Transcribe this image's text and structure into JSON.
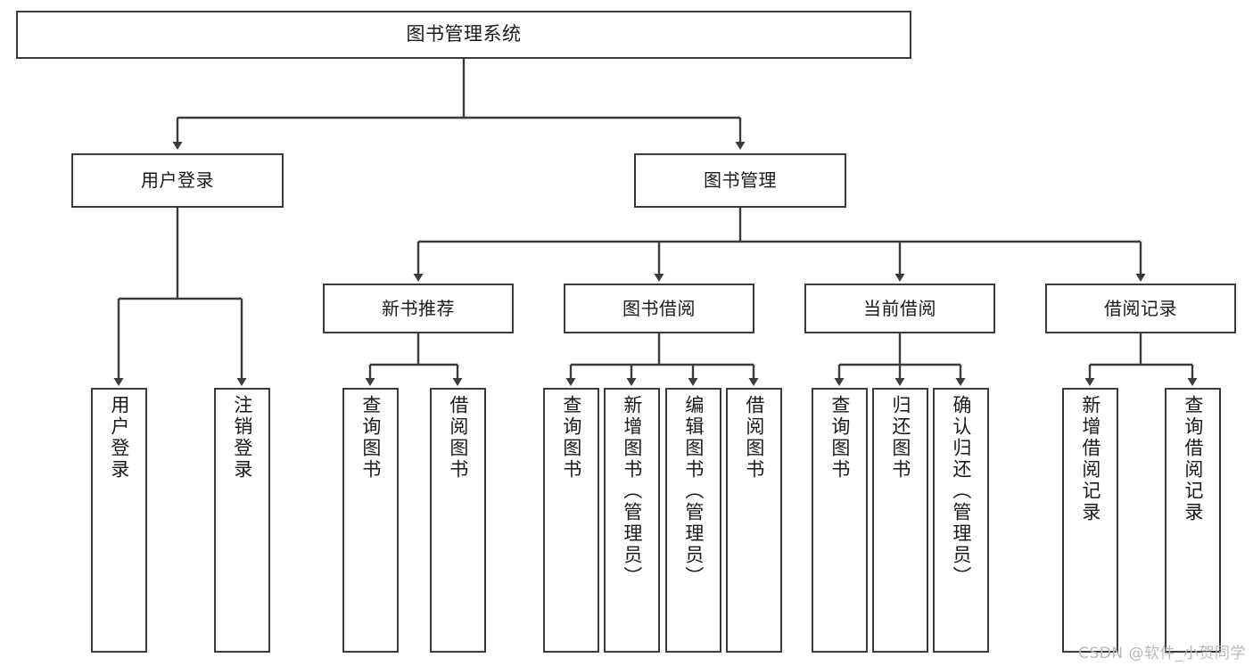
{
  "diagram": {
    "type": "tree",
    "title": "图书管理系统",
    "stroke_color": "#3b3b3b",
    "fill_color": "#ffffff",
    "text_color": "#1a1a1a",
    "watermark": "CSDN @软件_小贺同学",
    "nodes": {
      "root": {
        "label": "图书管理系统"
      },
      "level1": [
        {
          "label": "用户登录"
        },
        {
          "label": "图书管理"
        }
      ],
      "level2": [
        {
          "label": "新书推荐"
        },
        {
          "label": "图书借阅"
        },
        {
          "label": "当前借阅"
        },
        {
          "label": "借阅记录"
        }
      ],
      "leaves": {
        "user_login": [
          {
            "label": "用户登录"
          },
          {
            "label": "注销登录"
          }
        ],
        "new_book_recommend": [
          {
            "label": "查询图书"
          },
          {
            "label": "借阅图书"
          }
        ],
        "book_borrow": [
          {
            "label": "查询图书"
          },
          {
            "label": "新增图书（管理员）"
          },
          {
            "label": "编辑图书（管理员）"
          },
          {
            "label": "借阅图书"
          }
        ],
        "current_borrow": [
          {
            "label": "查询图书"
          },
          {
            "label": "归还图书"
          },
          {
            "label": "确认归还（管理员）"
          }
        ],
        "borrow_record": [
          {
            "label": "新增借阅记录"
          },
          {
            "label": "查询借阅记录"
          }
        ]
      }
    }
  }
}
